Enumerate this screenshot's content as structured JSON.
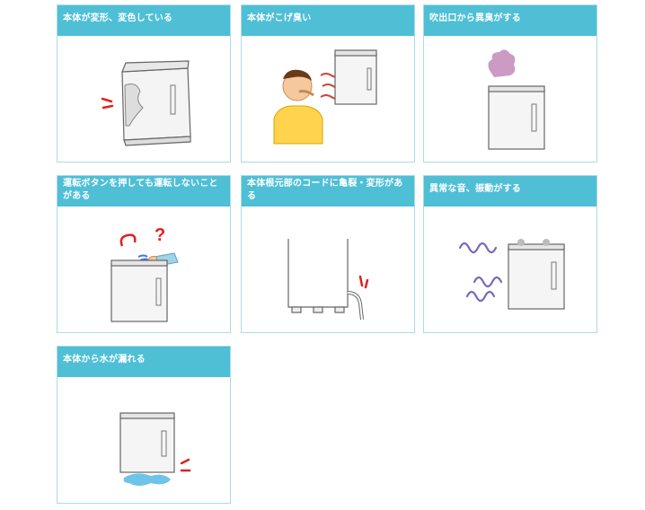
{
  "cards": [
    {
      "title": "本体が変形、変色している",
      "icon": "deformed-humidifier"
    },
    {
      "title": "本体がこげ臭い",
      "icon": "burnt-smell"
    },
    {
      "title": "吹出口から異臭がする",
      "icon": "odor-from-outlet"
    },
    {
      "title": "運転ボタンを押しても運転しないことがある",
      "icon": "button-not-working"
    },
    {
      "title": "本体根元部のコードに亀裂・変形がある",
      "icon": "cord-damage"
    },
    {
      "title": "異常な音、振動がする",
      "icon": "noise-vibration"
    },
    {
      "title": "本体から水が漏れる",
      "icon": "water-leak"
    }
  ],
  "colors": {
    "header": "#4fbfd6",
    "border": "#a9dbe7",
    "alert": "#e02020"
  }
}
